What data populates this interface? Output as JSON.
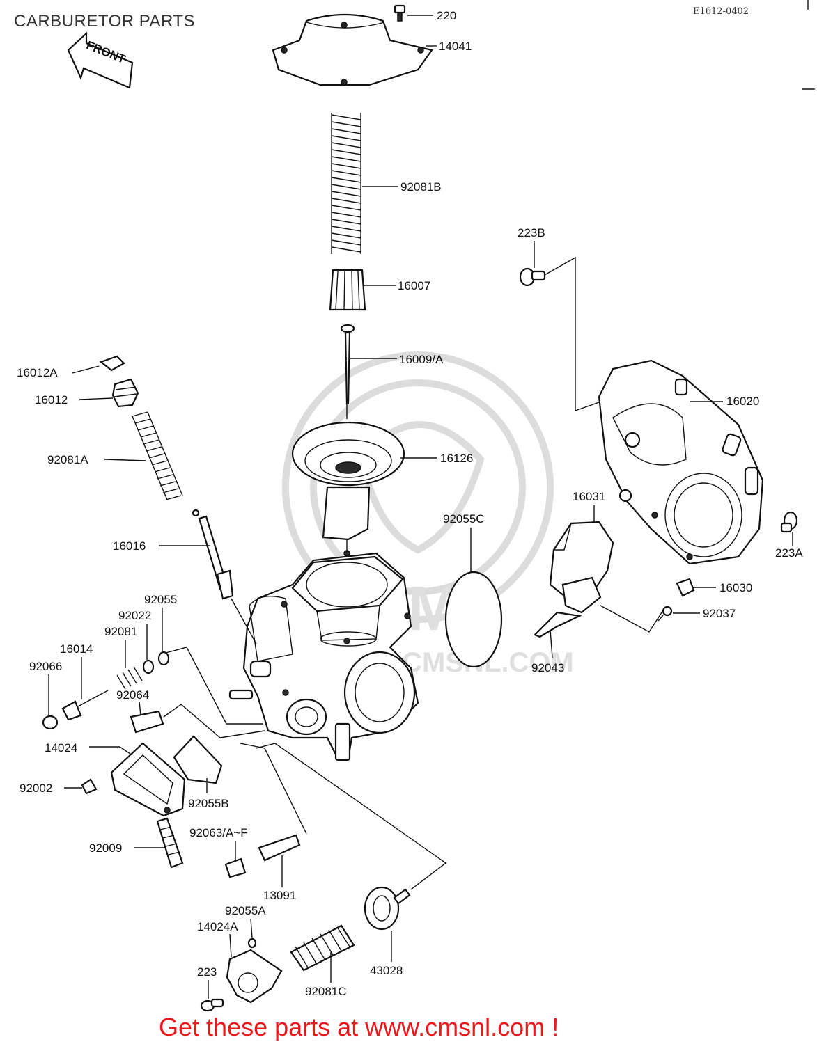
{
  "title": "CARBURETOR PARTS",
  "diagram_code": "E1612-0402",
  "front_label": "FRONT",
  "watermark": {
    "brand": "CMS",
    "site": "WWW.CMSNL.COM"
  },
  "footer": {
    "text": "Get these parts at www.cmsnl.com !",
    "color": "#e8191c"
  },
  "parts": {
    "p220": "220",
    "p14041": "14041",
    "p92081B": "92081B",
    "p16007": "16007",
    "p16009A": "16009/A",
    "p223B": "223B",
    "p16020": "16020",
    "p16012A": "16012A",
    "p16012": "16012",
    "p92081A": "92081A",
    "p16126": "16126",
    "p16031": "16031",
    "p92055C": "92055C",
    "p223A": "223A",
    "p16016": "16016",
    "p16030": "16030",
    "p92037": "92037",
    "p92055": "92055",
    "p92022": "92022",
    "p92081": "92081",
    "p16014": "16014",
    "p92066": "92066",
    "p92064": "92064",
    "p92043": "92043",
    "p14024": "14024",
    "p92002": "92002",
    "p92055B": "92055B",
    "p92009": "92009",
    "p92063AF": "92063/A~F",
    "p13091": "13091",
    "p92055A": "92055A",
    "p14024A": "14024A",
    "p43028": "43028",
    "p223": "223",
    "p92081C": "92081C"
  }
}
